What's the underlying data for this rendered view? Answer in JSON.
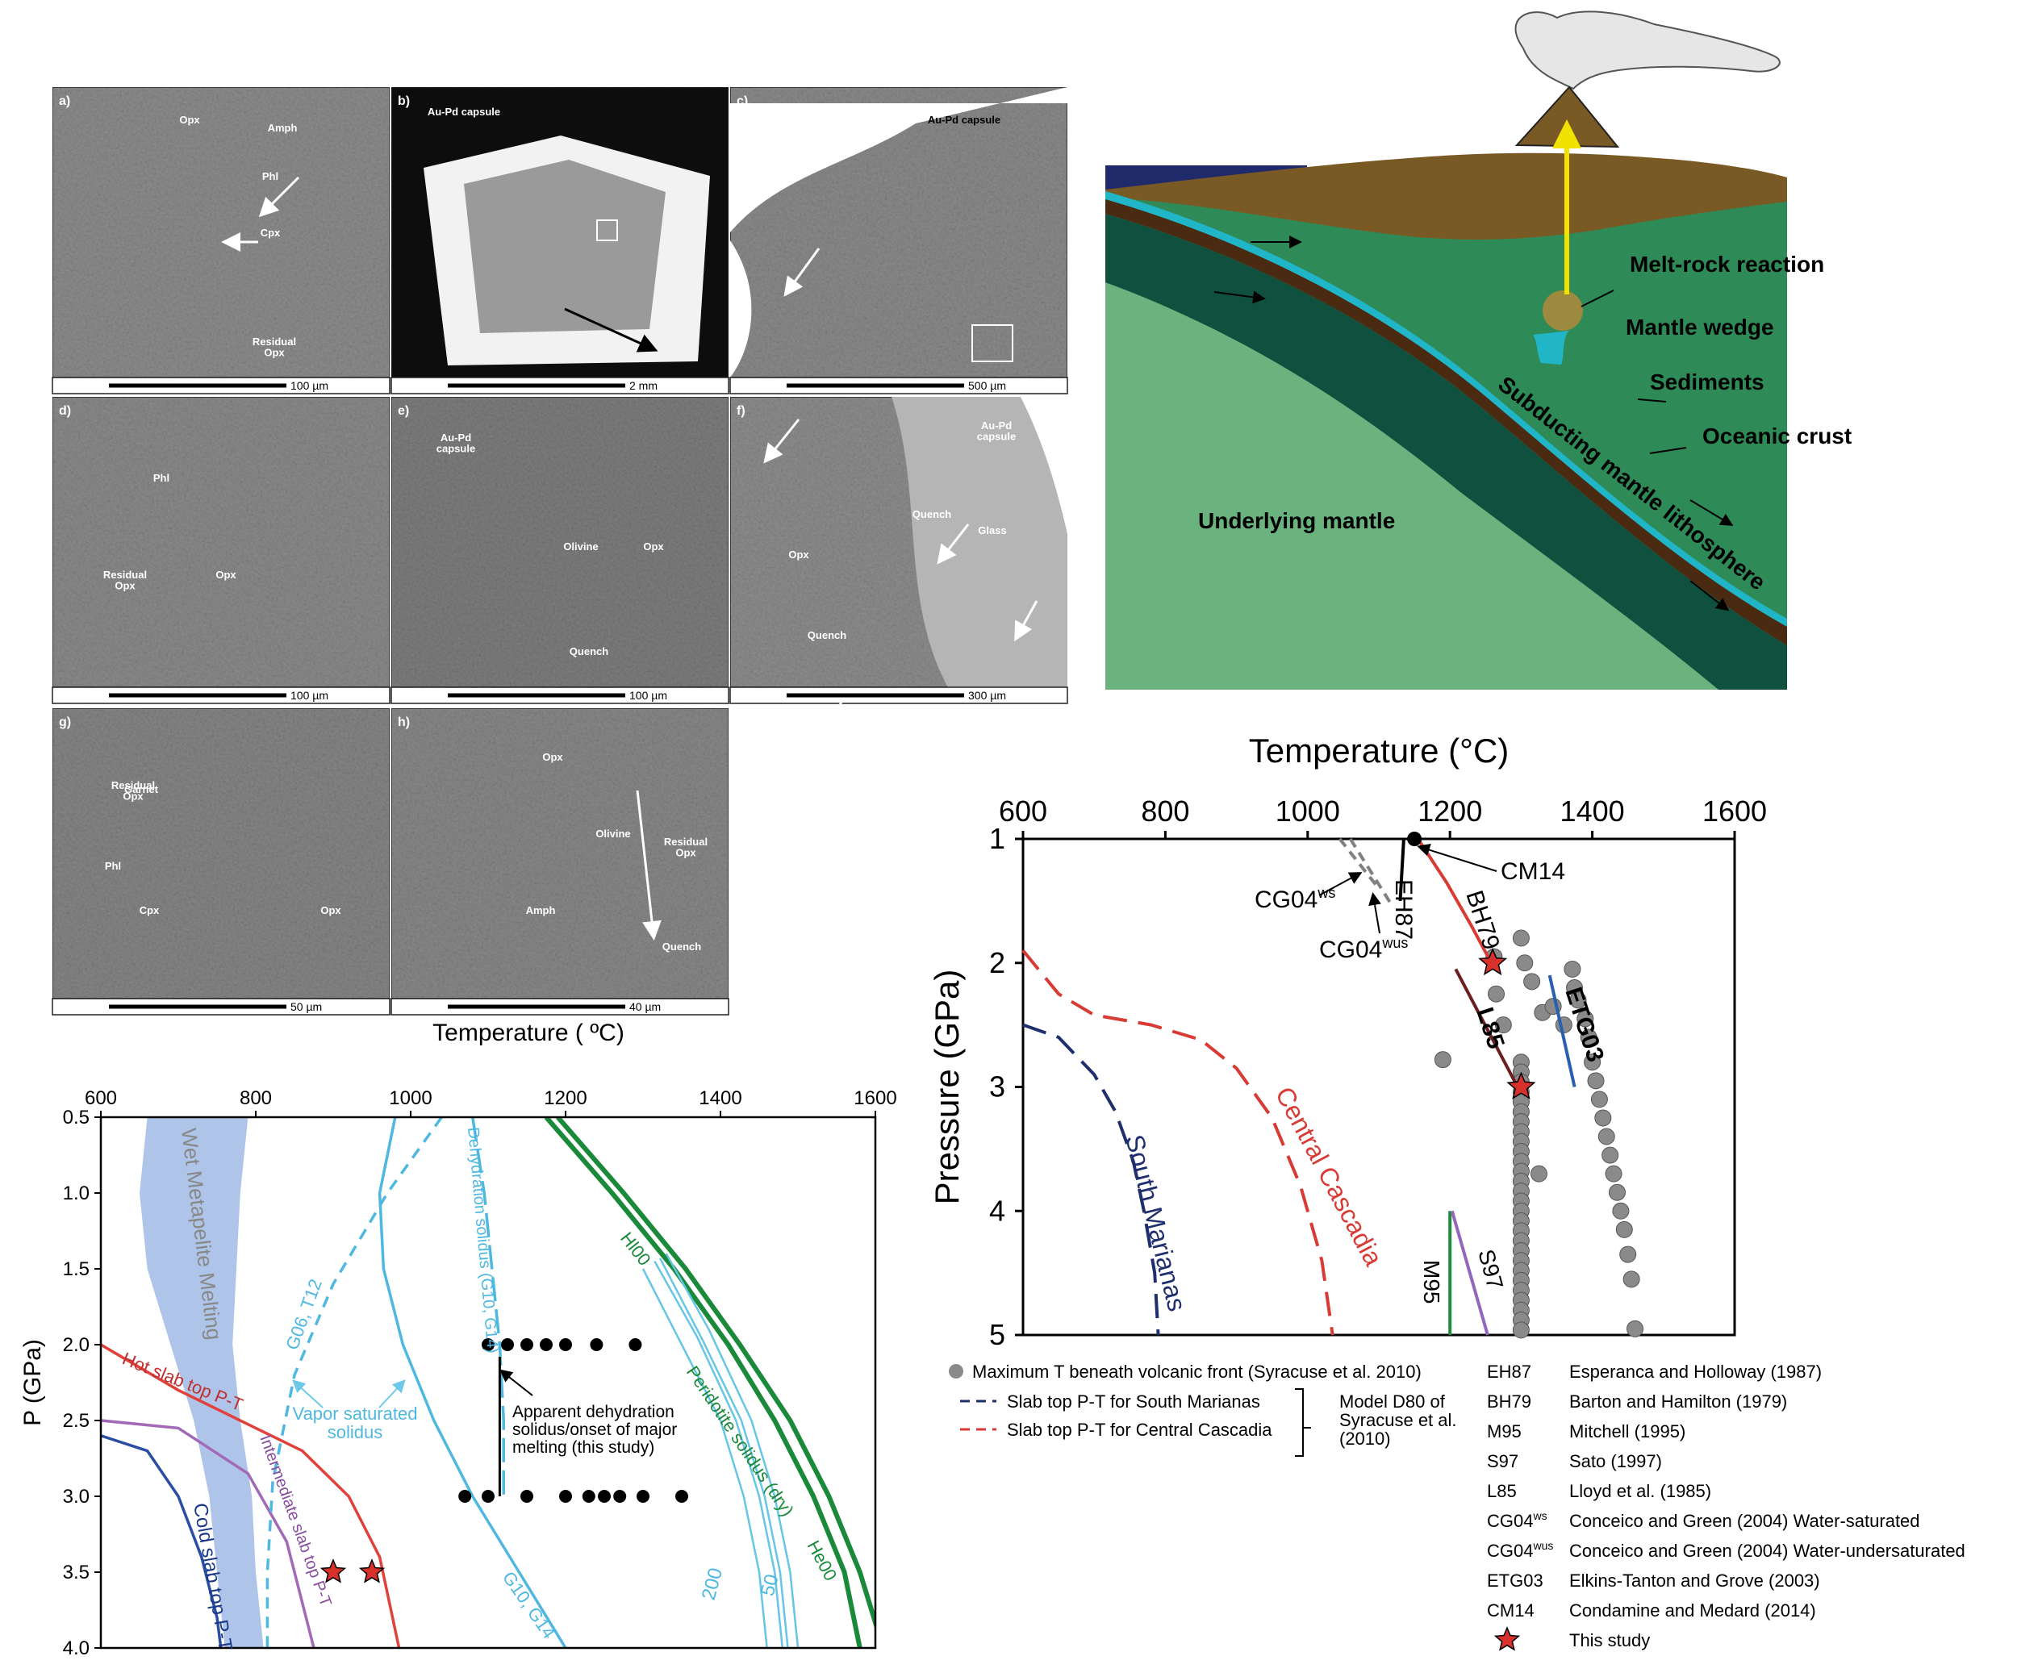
{
  "sem": {
    "panels": [
      {
        "letter": "a)",
        "scale": "100 µm",
        "labels": [
          "Opx",
          "Amph",
          "Phl",
          "Cpx",
          "Residual\nOpx"
        ]
      },
      {
        "letter": "b)",
        "scale": "2 mm",
        "labels": [
          "Au-Pd capsule"
        ]
      },
      {
        "letter": "c)",
        "scale": "500 µm",
        "labels": [
          "Au-Pd capsule"
        ]
      },
      {
        "letter": "d)",
        "scale": "100 µm",
        "labels": [
          "Phl",
          "Residual\nOpx",
          "Opx"
        ]
      },
      {
        "letter": "e)",
        "scale": "100 µm",
        "labels": [
          "Au-Pd\ncapsule",
          "Olivine",
          "Opx",
          "Quench"
        ]
      },
      {
        "letter": "f)",
        "scale": "300 µm",
        "labels": [
          "Au-Pd\ncapsule",
          "Quench",
          "Glass",
          "Opx",
          "Quench"
        ]
      },
      {
        "letter": "g)",
        "scale": "50 µm",
        "labels": [
          "Garnet",
          "Phl",
          "Cpx",
          "Opx",
          "Residual\nOpx"
        ]
      },
      {
        "letter": "h)",
        "scale": "40 µm",
        "labels": [
          "Opx",
          "Olivine",
          "Residual\nOpx",
          "Amph",
          "Quench"
        ]
      }
    ]
  },
  "schematic": {
    "labels": {
      "melt_rock": "Melt-rock\nreaction",
      "mantle_wedge": "Mantle wedge",
      "sediments": "Sediments",
      "oceanic_crust": "Oceanic\ncrust",
      "underlying_mantle": "Underlying mantle",
      "subducting": "Subducting mantle lithosphere"
    },
    "colors": {
      "ocean": "#1f2a6b",
      "overriding": "#7a5a24",
      "wedge": "#2e8b57",
      "underlying": "#6ab37f",
      "slab": "#10503f",
      "crust": "#4b2a12",
      "sediment": "#21b5c8",
      "plume": "#f2e200"
    }
  },
  "chart_data": [
    {
      "type": "line",
      "title": "",
      "xlabel": "Temperature (°C)",
      "ylabel": "Pressure (GPa)",
      "xlim": [
        600,
        1600
      ],
      "ylim": [
        1,
        5
      ],
      "x_ticks": [
        "600",
        "800",
        "1000",
        "1200",
        "1400",
        "1600"
      ],
      "y_ticks": [
        "1",
        "2",
        "3",
        "4",
        "5"
      ],
      "series": [
        {
          "name": "South Marianas",
          "style": "dashed",
          "color": "#1f2f6e",
          "points": [
            [
              600,
              2.5
            ],
            [
              650,
              2.6
            ],
            [
              700,
              2.9
            ],
            [
              730,
              3.2
            ],
            [
              755,
              3.6
            ],
            [
              770,
              4.0
            ],
            [
              785,
              4.5
            ],
            [
              790,
              5.0
            ]
          ]
        },
        {
          "name": "Central Cascadia",
          "style": "dashed",
          "color": "#d83a34",
          "points": [
            [
              600,
              1.9
            ],
            [
              650,
              2.25
            ],
            [
              700,
              2.42
            ],
            [
              780,
              2.5
            ],
            [
              850,
              2.62
            ],
            [
              900,
              2.85
            ],
            [
              950,
              3.25
            ],
            [
              990,
              3.8
            ],
            [
              1020,
              4.4
            ],
            [
              1035,
              5.0
            ]
          ]
        },
        {
          "name": "EH87",
          "style": "solid",
          "color": "#000000",
          "points": [
            [
              1135,
              1.0
            ],
            [
              1130,
              1.5
            ]
          ]
        },
        {
          "name": "CG04ws",
          "style": "dashed",
          "color": "#808080",
          "points": [
            [
              1045,
              1.0
            ],
            [
              1100,
              1.4
            ]
          ]
        },
        {
          "name": "CG04wus",
          "style": "dashed",
          "color": "#808080",
          "points": [
            [
              1060,
              1.0
            ],
            [
              1120,
              1.55
            ]
          ]
        },
        {
          "name": "BH79",
          "style": "solid",
          "color": "#d83a34",
          "points": [
            [
              1155,
              1.0
            ],
            [
              1195,
              1.35
            ],
            [
              1230,
              1.7
            ],
            [
              1258,
              2.0
            ]
          ]
        },
        {
          "name": "L85",
          "style": "solid",
          "color": "#6b1f1f",
          "points": [
            [
              1208,
              2.05
            ],
            [
              1295,
              3.0
            ]
          ]
        },
        {
          "name": "ETG03",
          "style": "solid",
          "color": "#2a5fb0",
          "points": [
            [
              1340,
              2.1
            ],
            [
              1375,
              3.0
            ]
          ]
        },
        {
          "name": "M95",
          "style": "solid",
          "color": "#1e8c3a",
          "points": [
            [
              1200,
              4.0
            ],
            [
              1200,
              5.0
            ]
          ]
        },
        {
          "name": "S97",
          "style": "solid",
          "color": "#9467bd",
          "points": [
            [
              1203,
              4.0
            ],
            [
              1253,
              5.0
            ]
          ]
        }
      ],
      "this_study": [
        [
          1260,
          2.0
        ],
        [
          1300,
          3.0
        ]
      ],
      "cm14_point": [
        1150,
        1.0
      ],
      "syracuse_max_T": [
        [
          1190,
          2.78
        ],
        [
          1262,
          1.95
        ],
        [
          1265,
          2.25
        ],
        [
          1275,
          2.5
        ],
        [
          1300,
          1.8
        ],
        [
          1305,
          2.0
        ],
        [
          1315,
          2.15
        ],
        [
          1330,
          2.4
        ],
        [
          1325,
          3.7
        ],
        [
          1345,
          2.35
        ],
        [
          1360,
          2.5
        ],
        [
          1372,
          2.05
        ],
        [
          1375,
          2.2
        ],
        [
          1380,
          2.3
        ],
        [
          1390,
          2.45
        ],
        [
          1395,
          2.6
        ],
        [
          1400,
          2.8
        ],
        [
          1405,
          2.95
        ],
        [
          1410,
          3.1
        ],
        [
          1415,
          3.25
        ],
        [
          1420,
          3.4
        ],
        [
          1425,
          3.55
        ],
        [
          1430,
          3.7
        ],
        [
          1435,
          3.85
        ],
        [
          1440,
          4.0
        ],
        [
          1445,
          4.15
        ],
        [
          1450,
          4.35
        ],
        [
          1455,
          4.55
        ],
        [
          1460,
          4.95
        ]
      ],
      "syracuse_column_T": 1300,
      "syracuse_column_range": [
        2.8,
        5.0
      ],
      "legend": {
        "dot": "Maximum T beneath volcanic front (Syracuse et al. 2010)",
        "marianas": "Slab top P-T for South Marianas",
        "cascadia": "Slab top P-T for Central Cascadia",
        "model": "Model D80 of\nSyracuse et al.\n(2010)",
        "refs": [
          {
            "abbr": "EH87",
            "full": "Esperanca and Holloway (1987)"
          },
          {
            "abbr": "BH79",
            "full": "Barton and Hamilton (1979)"
          },
          {
            "abbr": "M95",
            "full": "Mitchell (1995)"
          },
          {
            "abbr": "S97",
            "full": "Sato (1997)"
          },
          {
            "abbr": "L85",
            "full": "Lloyd et al. (1985)"
          },
          {
            "abbr": "CG04",
            "sup": "ws",
            "full": "Conceico and Green (2004) Water-saturated"
          },
          {
            "abbr": "CG04",
            "sup": "wus",
            "full": "Conceico and Green (2004) Water-undersaturated"
          },
          {
            "abbr": "ETG03",
            "full": "Elkins-Tanton and Grove (2003)"
          },
          {
            "abbr": "CM14",
            "full": "Condamine and Medard (2014)"
          },
          {
            "abbr": "",
            "full": "This study"
          }
        ]
      },
      "annotations": [
        "EH87",
        "CM14",
        "CG04ws",
        "CG04wus",
        "BH79",
        "L85",
        "ETG03",
        "M95",
        "S97",
        "South Marianas",
        "Central Cascadia"
      ]
    },
    {
      "type": "line",
      "title": "",
      "xlabel": "Temperature ( ºC)",
      "ylabel": "P (GPa)",
      "xlim": [
        600,
        1600
      ],
      "ylim": [
        0.5,
        4.0
      ],
      "x_ticks": [
        "600",
        "800",
        "1000",
        "1200",
        "1400",
        "1600"
      ],
      "y_ticks": [
        "0.5",
        "1.0",
        "1.5",
        "2.0",
        "2.5",
        "3.0",
        "3.5",
        "4.0"
      ],
      "band": {
        "name": "Wet Metapelite Melting",
        "color": "#aec4e8",
        "left": [
          [
            660,
            0.5
          ],
          [
            650,
            1.0
          ],
          [
            660,
            1.5
          ],
          [
            690,
            2.0
          ],
          [
            720,
            2.5
          ],
          [
            740,
            3.0
          ],
          [
            750,
            3.5
          ],
          [
            760,
            4.0
          ]
        ],
        "right": [
          [
            790,
            0.5
          ],
          [
            780,
            1.0
          ],
          [
            775,
            1.5
          ],
          [
            770,
            2.0
          ],
          [
            780,
            2.5
          ],
          [
            795,
            3.0
          ],
          [
            800,
            3.5
          ],
          [
            810,
            4.0
          ]
        ]
      },
      "series": [
        {
          "name": "Hot slab top P-T",
          "color": "#e0413b",
          "style": "solid",
          "points": [
            [
              600,
              2.0
            ],
            [
              700,
              2.3
            ],
            [
              800,
              2.55
            ],
            [
              860,
              2.7
            ],
            [
              920,
              3.0
            ],
            [
              960,
              3.4
            ],
            [
              985,
              4.0
            ]
          ]
        },
        {
          "name": "Intermediate slab top P-T",
          "color": "#a169b8",
          "style": "solid",
          "points": [
            [
              600,
              2.5
            ],
            [
              700,
              2.55
            ],
            [
              790,
              2.85
            ],
            [
              840,
              3.3
            ],
            [
              865,
              3.8
            ],
            [
              875,
              4.0
            ]
          ]
        },
        {
          "name": "Cold slab top P-T",
          "color": "#2a4ea3",
          "style": "solid",
          "points": [
            [
              600,
              2.6
            ],
            [
              660,
              2.7
            ],
            [
              700,
              3.0
            ],
            [
              730,
              3.4
            ],
            [
              750,
              3.8
            ],
            [
              755,
              4.0
            ]
          ]
        },
        {
          "name": "G06, T12",
          "color": "#4fb8e0",
          "style": "dashed",
          "points": [
            [
              1040,
              0.5
            ],
            [
              970,
              1.0
            ],
            [
              900,
              1.6
            ],
            [
              850,
              2.2
            ],
            [
              822,
              2.9
            ],
            [
              815,
              3.5
            ],
            [
              815,
              4.0
            ]
          ]
        },
        {
          "name": "G10, G14",
          "color": "#4fb8e0",
          "style": "solid",
          "points": [
            [
              980,
              0.5
            ],
            [
              960,
              1.0
            ],
            [
              965,
              1.5
            ],
            [
              990,
              2.0
            ],
            [
              1030,
              2.5
            ],
            [
              1080,
              3.0
            ],
            [
              1140,
              3.5
            ],
            [
              1200,
              4.0
            ]
          ]
        },
        {
          "name": "Dehydration solidus (G10, G14)",
          "color": "#4fb8e0",
          "style": "longdash",
          "points": [
            [
              1080,
              0.5
            ],
            [
              1095,
              1.0
            ],
            [
              1105,
              1.5
            ],
            [
              1115,
              2.0
            ],
            [
              1120,
              2.5
            ],
            [
              1120,
              3.0
            ]
          ]
        },
        {
          "name": "Hl00",
          "color": "#1a8a3a",
          "style": "solid",
          "points": [
            [
              1175,
              0.5
            ],
            [
              1260,
              1.0
            ],
            [
              1340,
              1.5
            ],
            [
              1410,
              2.0
            ],
            [
              1470,
              2.5
            ],
            [
              1520,
              3.0
            ],
            [
              1560,
              3.5
            ],
            [
              1580,
              4.0
            ]
          ]
        },
        {
          "name": "He00",
          "color": "#1a8a3a",
          "style": "solid",
          "points": [
            [
              1190,
              0.5
            ],
            [
              1275,
              1.0
            ],
            [
              1355,
              1.5
            ],
            [
              1425,
              2.0
            ],
            [
              1490,
              2.5
            ],
            [
              1540,
              3.0
            ],
            [
              1580,
              3.5
            ],
            [
              1610,
              4.0
            ]
          ]
        },
        {
          "name": "200",
          "color": "#67c6e6",
          "style": "solid",
          "points": [
            [
              1300,
              1.5
            ],
            [
              1350,
              2.0
            ],
            [
              1400,
              2.5
            ],
            [
              1430,
              3.0
            ],
            [
              1450,
              3.5
            ],
            [
              1460,
              4.0
            ]
          ]
        },
        {
          "name": "50",
          "color": "#67c6e6",
          "style": "solid",
          "points": [
            [
              1330,
              1.4
            ],
            [
              1385,
              1.9
            ],
            [
              1440,
              2.5
            ],
            [
              1470,
              3.0
            ],
            [
              1490,
              3.5
            ],
            [
              1500,
              4.0
            ]
          ]
        }
      ],
      "points_2GPa": [
        1100,
        1125,
        1150,
        1175,
        1200,
        1240,
        1290
      ],
      "points_3GPa": [
        1070,
        1100,
        1150,
        1200,
        1230,
        1250,
        1270,
        1300,
        1350
      ],
      "stars": [
        [
          900,
          3.5
        ],
        [
          950,
          3.5
        ]
      ],
      "annotations": [
        "Wet Metapelite Melting",
        "Hot slab top P-T",
        "Intermediate slab top P-T",
        "Cold slab top P-T",
        "G06, T12",
        "Vapor saturated\nsolidus",
        "Dehydration solidus (G10, G14)",
        "Apparent dehydration\nsolidus/onset of major\nmelting (this study)",
        "G10, G14",
        "Hl00",
        "Peridotite solidus (dry)",
        "He00",
        "200",
        "50"
      ]
    }
  ]
}
